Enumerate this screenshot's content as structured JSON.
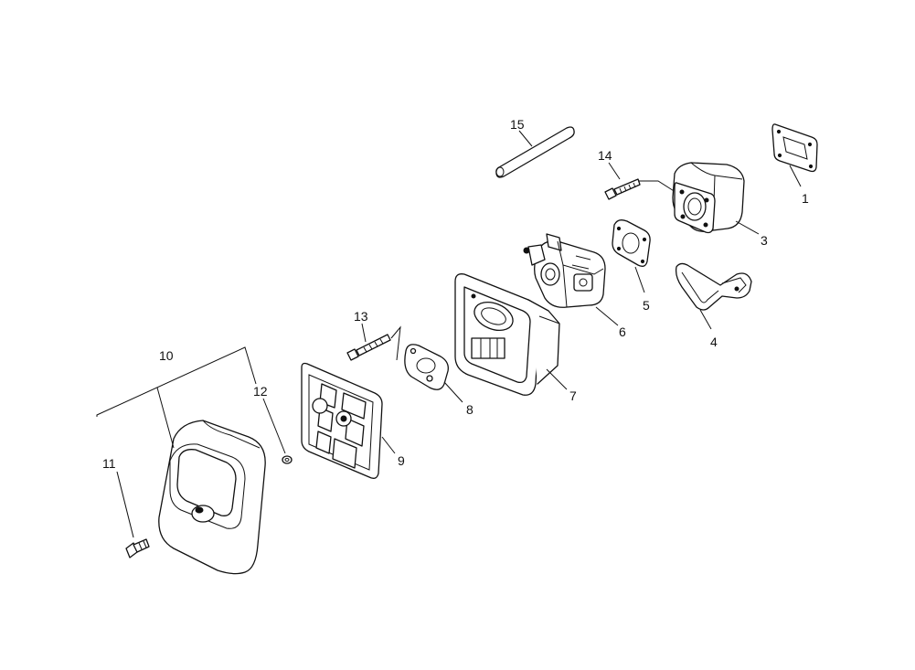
{
  "callouts": [
    {
      "id": "c1",
      "text": "1"
    },
    {
      "id": "c3",
      "text": "3"
    },
    {
      "id": "c4",
      "text": "4"
    },
    {
      "id": "c5",
      "text": "5"
    },
    {
      "id": "c6",
      "text": "6"
    },
    {
      "id": "c7",
      "text": "7"
    },
    {
      "id": "c8",
      "text": "8"
    },
    {
      "id": "c9",
      "text": "9"
    },
    {
      "id": "c10",
      "text": "10"
    },
    {
      "id": "c11",
      "text": "11"
    },
    {
      "id": "c12",
      "text": "12"
    },
    {
      "id": "c13",
      "text": "13"
    },
    {
      "id": "c14",
      "text": "14"
    },
    {
      "id": "c15",
      "text": "15"
    }
  ]
}
